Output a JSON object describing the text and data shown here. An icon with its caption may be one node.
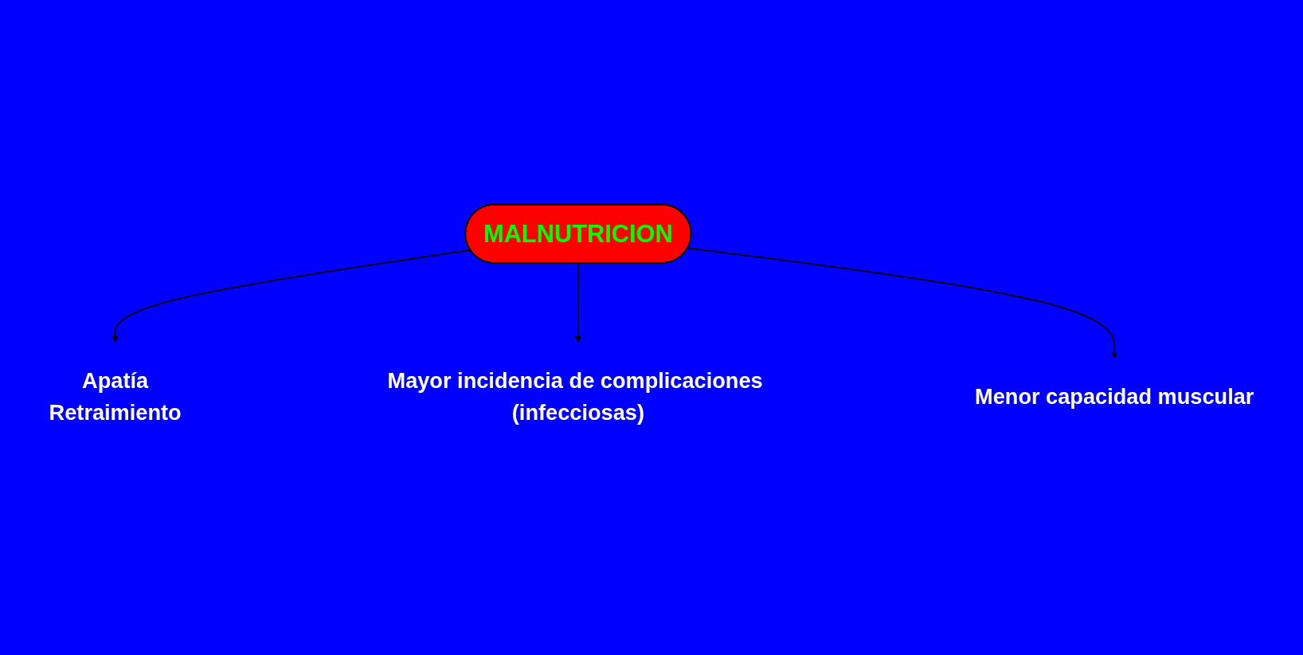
{
  "diagram": {
    "nodes": [
      {
        "text": [
          "MALNUTRICION"
        ]
      },
      {
        "text": [
          "Apatía",
          "Retraimiento"
        ]
      },
      {
        "text": [
          "Mayor incidencia de complicaciones (infecciosas)"
        ]
      },
      {
        "text": [
          "Menor capacidad muscular"
        ]
      }
    ],
    "edges": [
      {
        "from": 0,
        "to": 1,
        "arrow": "to"
      },
      {
        "from": 0,
        "to": 2,
        "arrow": "to"
      },
      {
        "from": 0,
        "to": 3,
        "arrow": "to"
      }
    ]
  }
}
